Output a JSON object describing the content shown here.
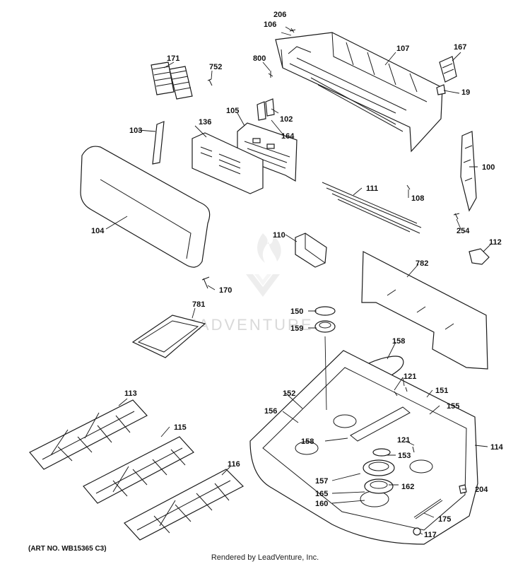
{
  "watermark": "LEADVENTURE",
  "art_number": "(ART NO. WB15365 C3)",
  "footer": "Rendered by LeadVenture, Inc.",
  "callouts": [
    {
      "id": "c206",
      "label": "206"
    },
    {
      "id": "c106",
      "label": "106"
    },
    {
      "id": "c107",
      "label": "107"
    },
    {
      "id": "c167",
      "label": "167"
    },
    {
      "id": "c171",
      "label": "171"
    },
    {
      "id": "c752",
      "label": "752"
    },
    {
      "id": "c800",
      "label": "800"
    },
    {
      "id": "c19",
      "label": "19"
    },
    {
      "id": "c102",
      "label": "102"
    },
    {
      "id": "c105",
      "label": "105"
    },
    {
      "id": "c136",
      "label": "136"
    },
    {
      "id": "c103",
      "label": "103"
    },
    {
      "id": "c164",
      "label": "164"
    },
    {
      "id": "c100",
      "label": "100"
    },
    {
      "id": "c108",
      "label": "108"
    },
    {
      "id": "c111",
      "label": "111"
    },
    {
      "id": "c104",
      "label": "104"
    },
    {
      "id": "c254",
      "label": "254"
    },
    {
      "id": "c110",
      "label": "110"
    },
    {
      "id": "c112",
      "label": "112"
    },
    {
      "id": "c782",
      "label": "782"
    },
    {
      "id": "c170",
      "label": "170"
    },
    {
      "id": "c781",
      "label": "781"
    },
    {
      "id": "c150",
      "label": "150"
    },
    {
      "id": "c159",
      "label": "159"
    },
    {
      "id": "c158a",
      "label": "158"
    },
    {
      "id": "c121a",
      "label": "121"
    },
    {
      "id": "c113",
      "label": "113"
    },
    {
      "id": "c152",
      "label": "152"
    },
    {
      "id": "c151",
      "label": "151"
    },
    {
      "id": "c156",
      "label": "156"
    },
    {
      "id": "c155",
      "label": "155"
    },
    {
      "id": "c115",
      "label": "115"
    },
    {
      "id": "c158b",
      "label": "158"
    },
    {
      "id": "c121b",
      "label": "121"
    },
    {
      "id": "c114",
      "label": "114"
    },
    {
      "id": "c153",
      "label": "153"
    },
    {
      "id": "c116",
      "label": "116"
    },
    {
      "id": "c157",
      "label": "157"
    },
    {
      "id": "c162",
      "label": "162"
    },
    {
      "id": "c165",
      "label": "165"
    },
    {
      "id": "c204",
      "label": "204"
    },
    {
      "id": "c160",
      "label": "160"
    },
    {
      "id": "c175",
      "label": "175"
    },
    {
      "id": "c117",
      "label": "117"
    }
  ]
}
